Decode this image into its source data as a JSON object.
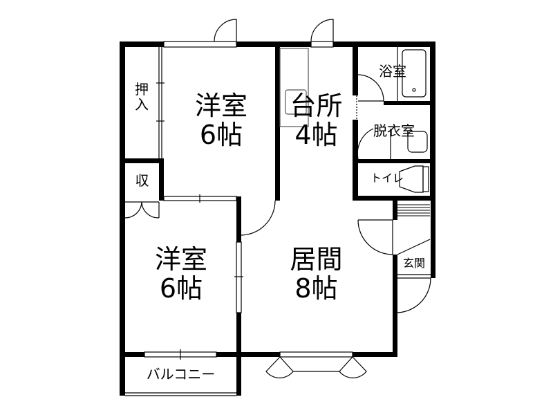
{
  "floor_plan": {
    "rooms": [
      {
        "id": "western-room-1",
        "name": "洋室",
        "size": "6帖"
      },
      {
        "id": "western-room-2",
        "name": "洋室",
        "size": "6帖"
      },
      {
        "id": "kitchen",
        "name": "台所",
        "size": "4帖"
      },
      {
        "id": "living",
        "name": "居間",
        "size": "8帖"
      },
      {
        "id": "bath",
        "name": "浴室"
      },
      {
        "id": "dressing",
        "name": "脱衣室"
      },
      {
        "id": "toilet",
        "name": "トイレ"
      },
      {
        "id": "entrance",
        "name": "玄関"
      },
      {
        "id": "closet",
        "name": "押\n入"
      },
      {
        "id": "storage",
        "name": "収"
      },
      {
        "id": "balcony",
        "name": "バルコニー"
      }
    ],
    "colors": {
      "wall": "#000000",
      "background": "#ffffff",
      "fixture": "#555555"
    }
  }
}
